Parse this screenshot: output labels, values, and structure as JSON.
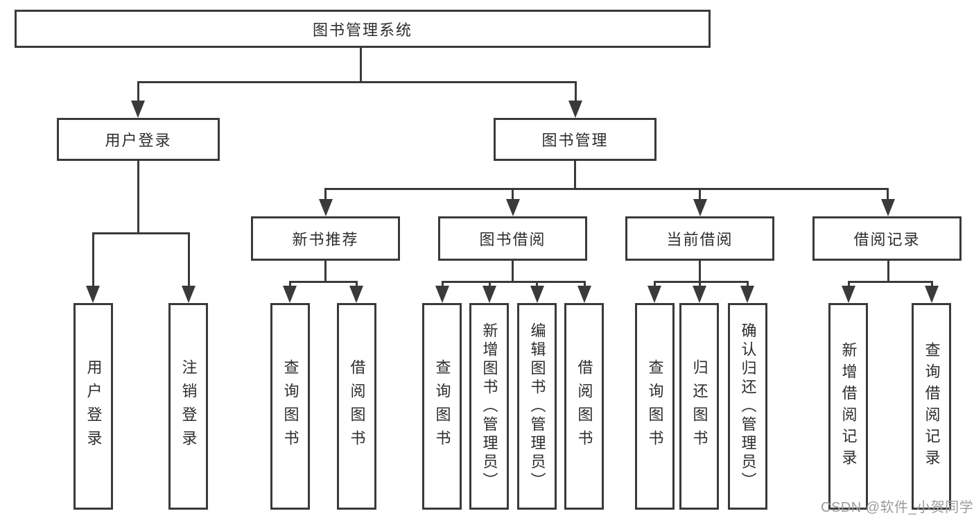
{
  "diagram": {
    "root": "图书管理系统",
    "level2": {
      "user_login": "用户登录",
      "book_mgmt": "图书管理"
    },
    "level3": {
      "new_books": "新书推荐",
      "book_borrow": "图书借阅",
      "current_borrow": "当前借阅",
      "borrow_records": "借阅记录"
    },
    "leaves": {
      "login": "用户登录",
      "logout": "注销登录",
      "nb_query": "查询图书",
      "nb_borrow": "借阅图书",
      "bb_query": "查询图书",
      "bb_add": "新增图书（管理员）",
      "bb_edit": "编辑图书（管理员）",
      "bb_borrow": "借阅图书",
      "cb_query": "查询图书",
      "cb_return": "归还图书",
      "cb_confirm": "确认归还（管理员）",
      "br_add": "新增借阅记录",
      "br_query": "查询借阅记录"
    },
    "watermark": "CSDN @软件_小贺同学",
    "colors": {
      "line": "#3a3a3a",
      "text": "#2d2d2d",
      "watermark": "#9c9c9c",
      "background": "#ffffff"
    }
  }
}
